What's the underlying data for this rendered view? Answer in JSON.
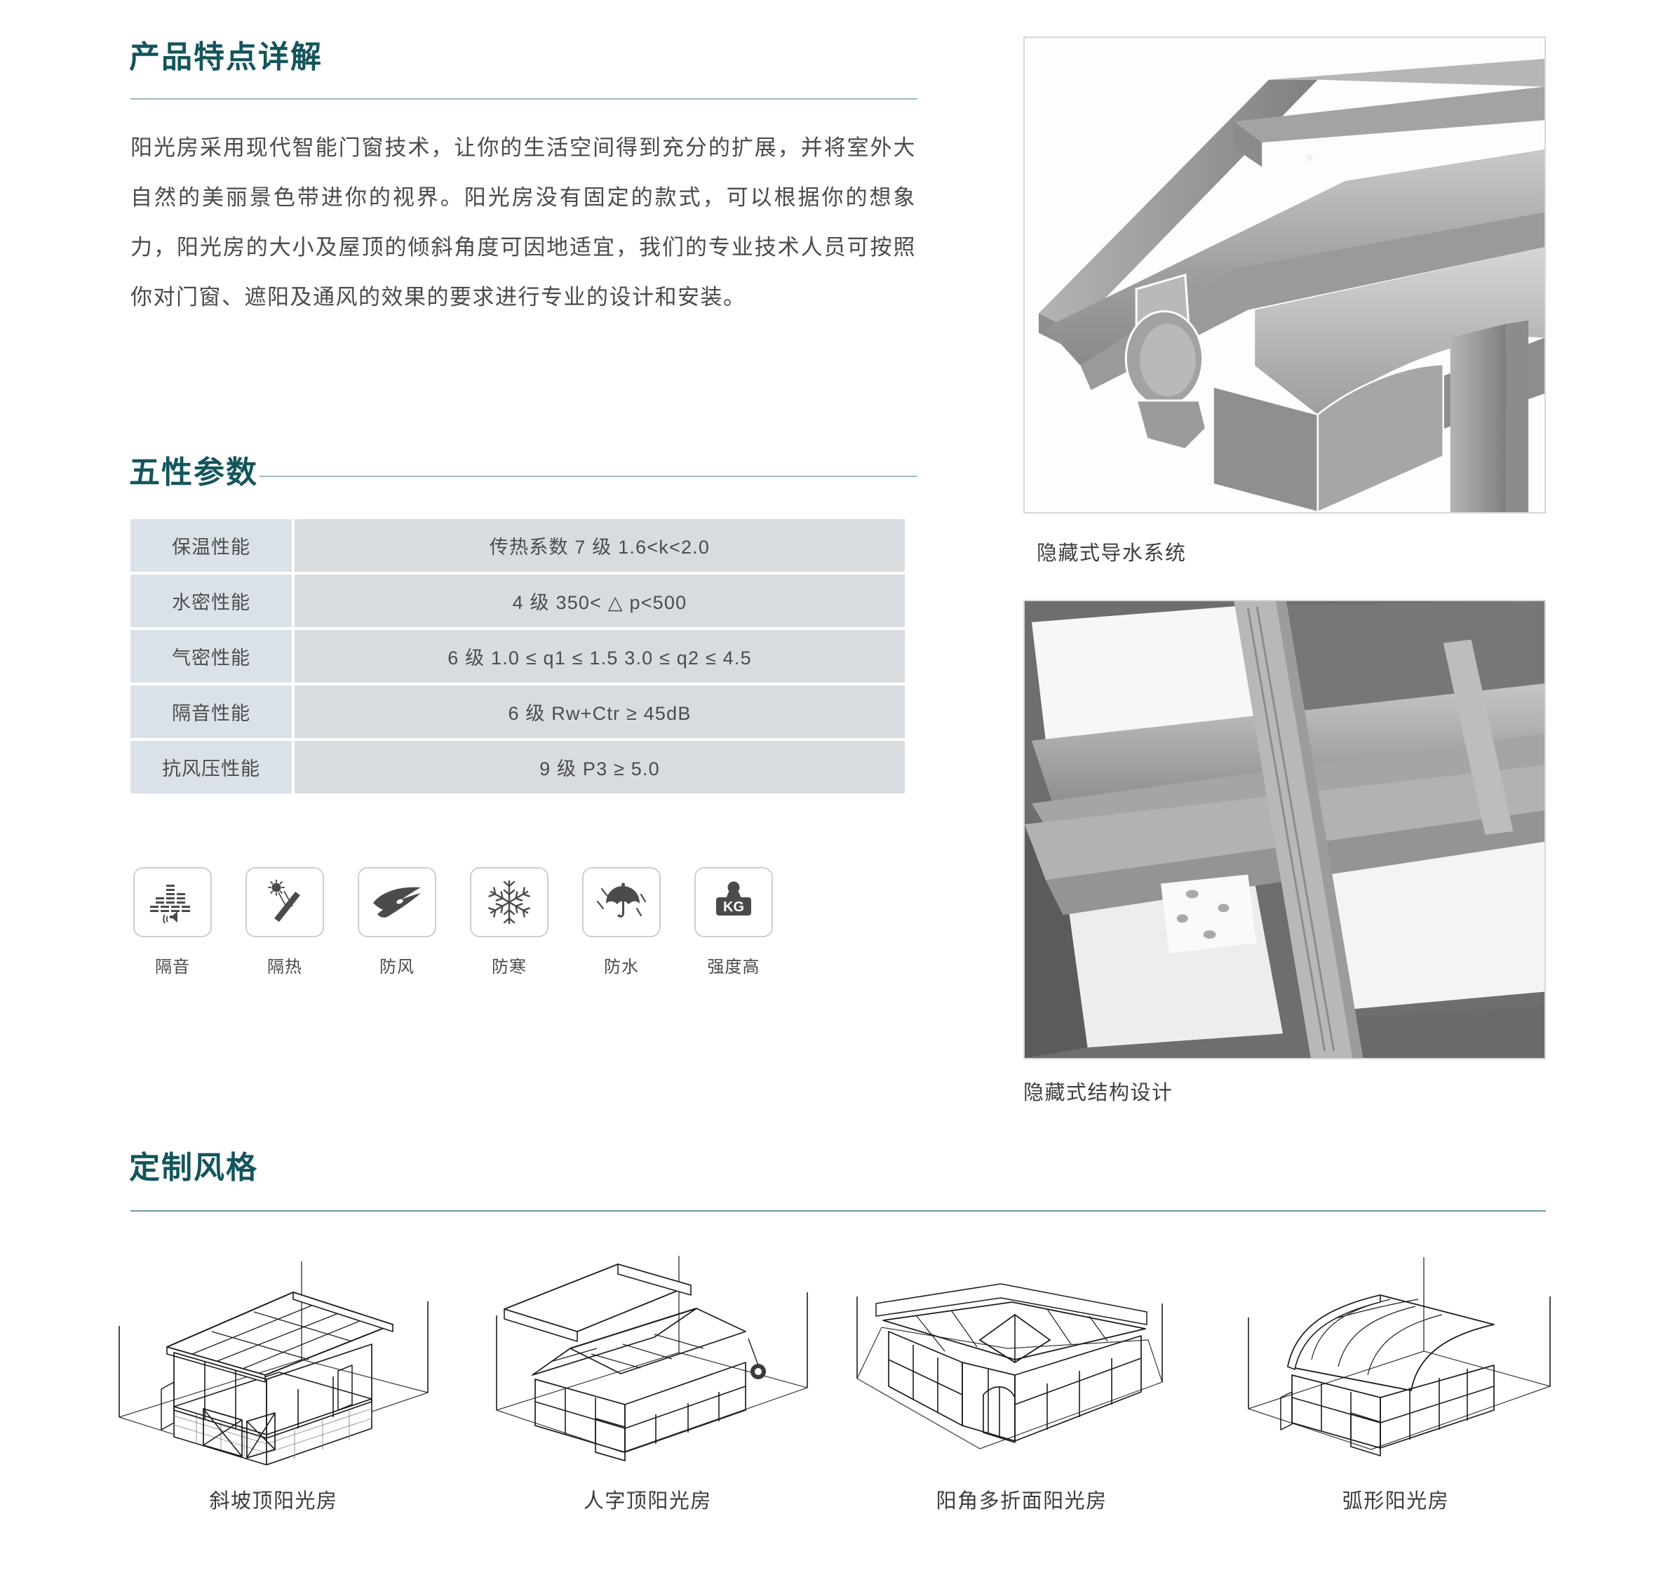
{
  "sections": {
    "features": {
      "title": "产品特点详解"
    },
    "params": {
      "title": "五性参数"
    },
    "styles": {
      "title": "定制风格"
    }
  },
  "intro": {
    "paragraph": "阳光房采用现代智能门窗技术，让你的生活空间得到充分的扩展，并将室外大自然的美丽景色带进你的视界。阳光房没有固定的款式，可以根据你的想象力，阳光房的大小及屋顶的倾斜角度可因地适宜，我们的专业技术人员可按照你对门窗、遮阳及通风的效果的要求进行专业的设计和安装。"
  },
  "spec_table": {
    "rows": [
      {
        "key": "保温性能",
        "value": "传热系数 7 级 1.6<k<2.0"
      },
      {
        "key": "水密性能",
        "value": "4 级 350< △ p<500"
      },
      {
        "key": "气密性能",
        "value": "6 级 1.0 ≤ q1 ≤ 1.5 3.0 ≤ q2 ≤ 4.5"
      },
      {
        "key": "隔音性能",
        "value": "6 级 Rw+Ctr ≥ 45dB"
      },
      {
        "key": "抗风压性能",
        "value": "9 级 P3 ≥ 5.0"
      }
    ]
  },
  "feature_icons": [
    {
      "label": "隔音",
      "icon": "sound-insulation-icon"
    },
    {
      "label": "隔热",
      "icon": "heat-insulation-icon"
    },
    {
      "label": "防风",
      "icon": "wind-proof-icon"
    },
    {
      "label": "防寒",
      "icon": "snowflake-icon"
    },
    {
      "label": "防水",
      "icon": "umbrella-rain-icon"
    },
    {
      "label": "强度高",
      "icon": "kg-weight-icon"
    }
  ],
  "photos": [
    {
      "caption": "隐藏式导水系统",
      "name": "drainage-system-photo"
    },
    {
      "caption": "隐藏式结构设计",
      "name": "hidden-structure-photo"
    }
  ],
  "gallery": [
    {
      "caption": "斜坡顶阳光房",
      "name": "sloped-roof-sunroom"
    },
    {
      "caption": "人字顶阳光房",
      "name": "gable-roof-sunroom"
    },
    {
      "caption": "阳角多折面阳光房",
      "name": "multi-faceted-corner-sunroom"
    },
    {
      "caption": "弧形阳光房",
      "name": "curved-roof-sunroom"
    }
  ],
  "colors": {
    "heading": "#14555c",
    "rule": "#6d9aa0",
    "table_key_bg": "#dbe1e8",
    "table_value_bg": "#d7dce0",
    "body_text": "#4a4a4a"
  }
}
